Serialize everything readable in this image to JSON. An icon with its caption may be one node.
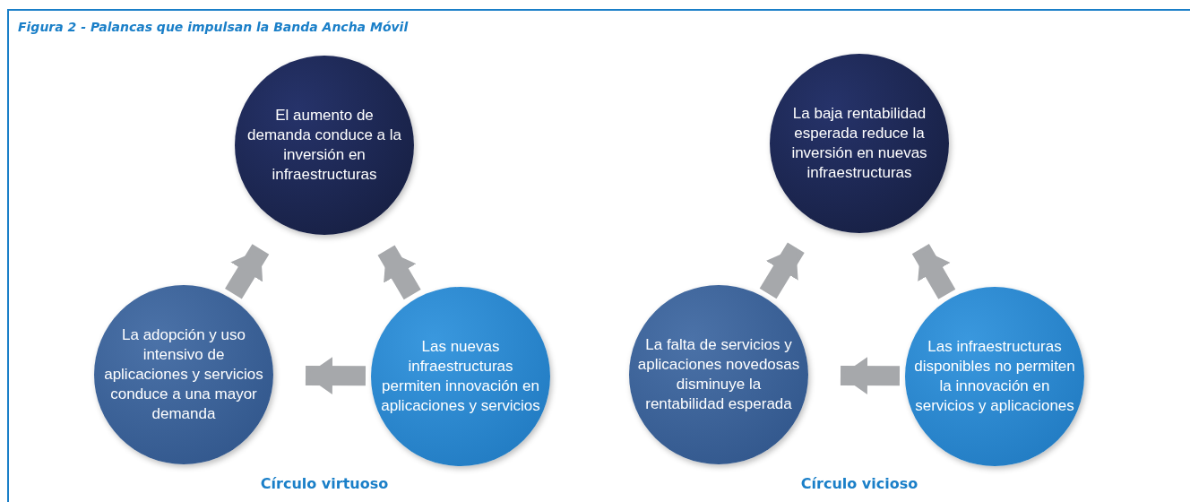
{
  "diagram": {
    "title": "Figura 2 - Palancas que impulsan la Banda Ancha Móvil",
    "nodes": [
      {
        "text": [
          "El aumento de demanda conduce a la inversión en infraestructuras"
        ]
      },
      {
        "text": [
          "La adopción y uso intensivo de aplicaciones y servicios conduce a una mayor demanda"
        ]
      },
      {
        "text": [
          "Las nuevas infraestructuras permiten innovación en aplicaciones y servicios"
        ]
      },
      {
        "text": [
          "La baja rentabilidad esperada reduce la inversión en nuevas infraestructuras"
        ]
      },
      {
        "text": [
          "La falta de servicios y aplicaciones novedosas disminuye la rentabilidad esperada"
        ]
      },
      {
        "text": [
          "Las infraestructuras disponibles no permiten la innovación en servicios y aplicaciones"
        ]
      }
    ],
    "edges": [
      {
        "from": 1,
        "to": 0,
        "arrow": "to"
      },
      {
        "from": 2,
        "to": 0,
        "arrow": "to"
      },
      {
        "from": 2,
        "to": 1,
        "arrow": "to"
      },
      {
        "from": 4,
        "to": 3,
        "arrow": "to"
      },
      {
        "from": 5,
        "to": 3,
        "arrow": "to"
      },
      {
        "from": 5,
        "to": 4,
        "arrow": "to"
      }
    ],
    "labels": [
      "Círculo virtuoso",
      "Círculo vicioso"
    ]
  }
}
